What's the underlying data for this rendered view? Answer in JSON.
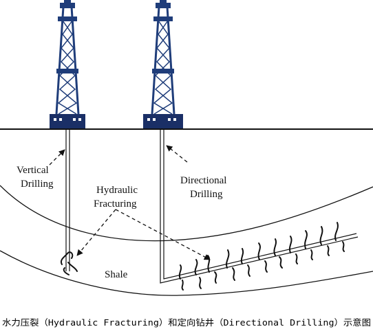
{
  "labels": {
    "vertical_line1": "Vertical",
    "vertical_line2": "Drilling",
    "hydraulic_line1": "Hydraulic",
    "hydraulic_line2": "Fracturing",
    "directional_line1": "Directional",
    "directional_line2": "Drilling",
    "shale": "Shale"
  },
  "caption": "水力压裂（Hydraulic Fracturing）和定向钻井（Directional Drilling）示意图",
  "colors": {
    "derrick": "#1f3d7a",
    "derrick_base": "#1a2f66",
    "line": "#111111",
    "background": "#ffffff"
  }
}
